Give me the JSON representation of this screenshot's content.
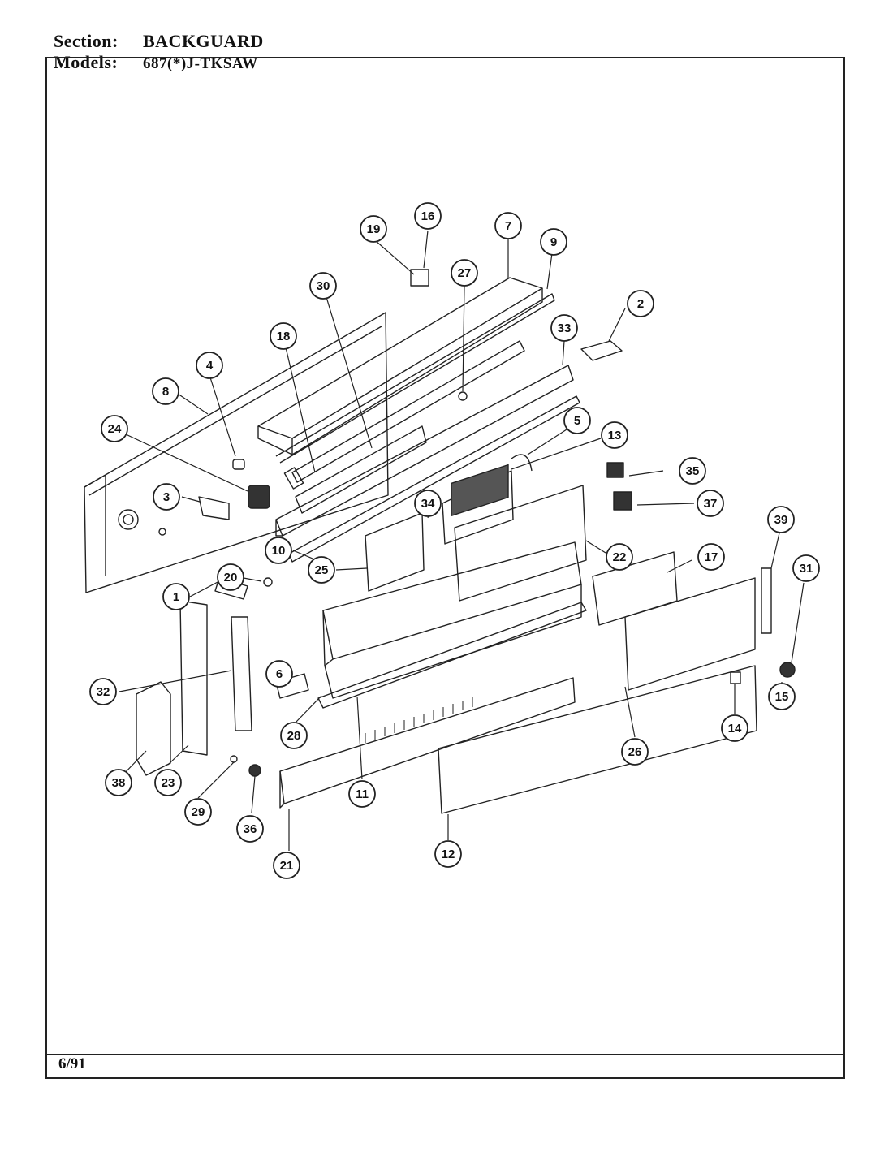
{
  "header": {
    "section_label": "Section:",
    "section_value": "BACKGUARD",
    "models_label": "Models:",
    "models_value": "687(*)J-TKSAW"
  },
  "footer": {
    "date": "6/91"
  },
  "callouts": [
    "1",
    "2",
    "3",
    "4",
    "5",
    "6",
    "7",
    "8",
    "9",
    "10",
    "11",
    "12",
    "13",
    "14",
    "15",
    "16",
    "17",
    "18",
    "19",
    "20",
    "21",
    "22",
    "23",
    "24",
    "25",
    "26",
    "27",
    "28",
    "29",
    "30",
    "31",
    "32",
    "33",
    "34",
    "35",
    "36",
    "37",
    "38",
    "39"
  ]
}
